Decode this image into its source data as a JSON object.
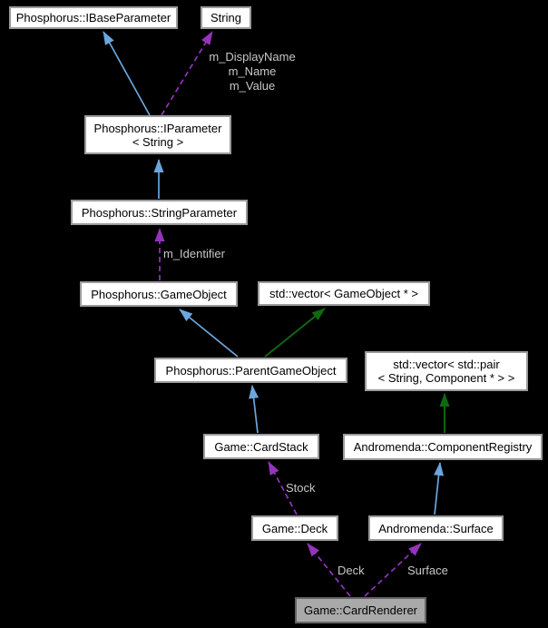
{
  "diagram": {
    "type": "collaboration-diagram",
    "colors": {
      "background": "#000000",
      "inheritance": "#6ca6dd",
      "usage": "#9334bb",
      "aggregation": "#0e6a0e",
      "node_fill": "#ffffff",
      "node_border": "#9b9b9b",
      "node_text": "#000000",
      "highlight_fill": "#a9a9a9",
      "highlight_border": "#646464",
      "edge_label_text": "#c8c8c8"
    },
    "nodes": {
      "ibaseparameter": {
        "label": "Phosphorus::IBaseParameter"
      },
      "string": {
        "label": "String"
      },
      "iparameter": {
        "label": "Phosphorus::IParameter\n< String >"
      },
      "stringparameter": {
        "label": "Phosphorus::StringParameter"
      },
      "gameobject": {
        "label": "Phosphorus::GameObject"
      },
      "vector_gameobject": {
        "label": "std::vector< GameObject * >"
      },
      "parentgameobject": {
        "label": "Phosphorus::ParentGameObject"
      },
      "vector_pair": {
        "label": "std::vector< std::pair\n< String, Component * > >"
      },
      "cardstack": {
        "label": "Game::CardStack"
      },
      "componentregistry": {
        "label": "Andromenda::ComponentRegistry"
      },
      "deck": {
        "label": "Game::Deck"
      },
      "surface": {
        "label": "Andromenda::Surface"
      },
      "cardrenderer": {
        "label": "Game::CardRenderer"
      }
    },
    "edge_labels": {
      "string_members": "m_DisplayName\nm_Name\nm_Value",
      "identifier": "m_Identifier",
      "stock": "Stock",
      "deck": "Deck",
      "surface": "Surface"
    }
  }
}
